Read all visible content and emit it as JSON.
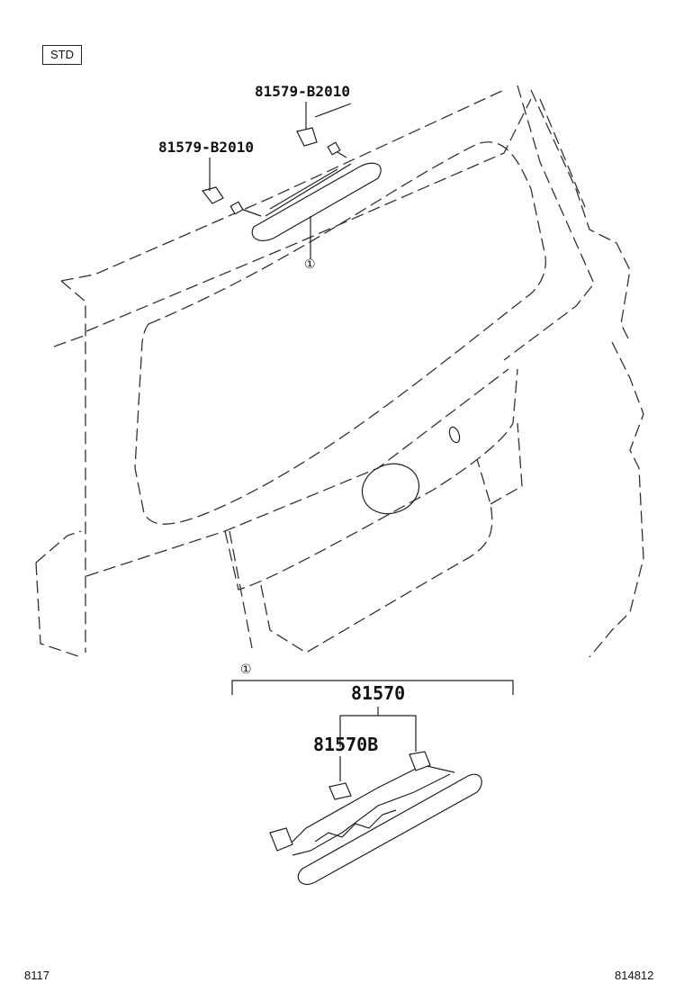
{
  "variant_tag": "STD",
  "labels": {
    "part_clip_a": "81579-B2010",
    "part_clip_b": "81579-B2010",
    "callout_top": "①",
    "callout_bottom": "①",
    "assembly": "81570",
    "sub_part": "81570B"
  },
  "footer": {
    "left_code": "8117",
    "right_code": "814812"
  }
}
